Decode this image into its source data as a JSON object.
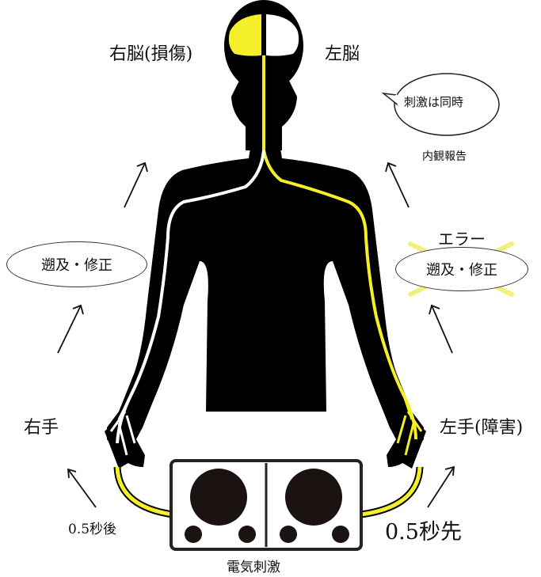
{
  "labels": {
    "right_brain": "右脳(損傷)",
    "left_brain": "左脳",
    "thought_bubble": "刺激は同時",
    "introspection": "内観報告",
    "right_correction": "遡及・修正",
    "error": "エラー",
    "left_correction": "遡及・修正",
    "right_hand": "右手",
    "left_hand": "左手(障害)",
    "right_delay": "0.5秒後",
    "left_early": "0.5秒先",
    "stimulus": "電気刺激"
  },
  "colors": {
    "body": "#000000",
    "nerve_left": "#f5ef2a",
    "nerve_right": "#ffffff",
    "error_cross": "#f3f07a"
  }
}
